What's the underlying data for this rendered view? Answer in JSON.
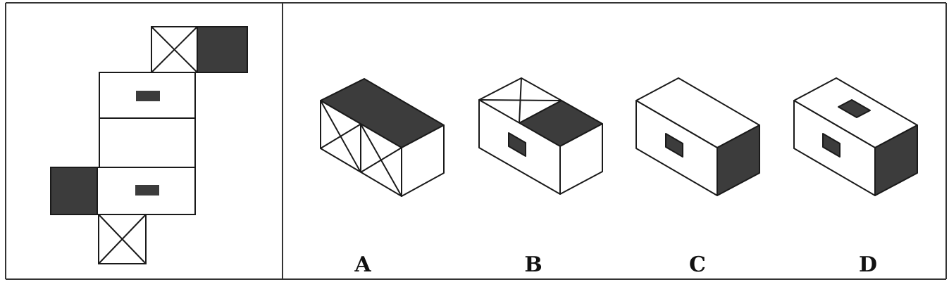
{
  "options": [
    {
      "label": "A"
    },
    {
      "label": "B"
    },
    {
      "label": "C"
    },
    {
      "label": "D"
    }
  ],
  "colors": {
    "line": "#1a1a1a",
    "shade": "#3c3c3c",
    "face": "#ffffff",
    "frame": "#333333"
  }
}
